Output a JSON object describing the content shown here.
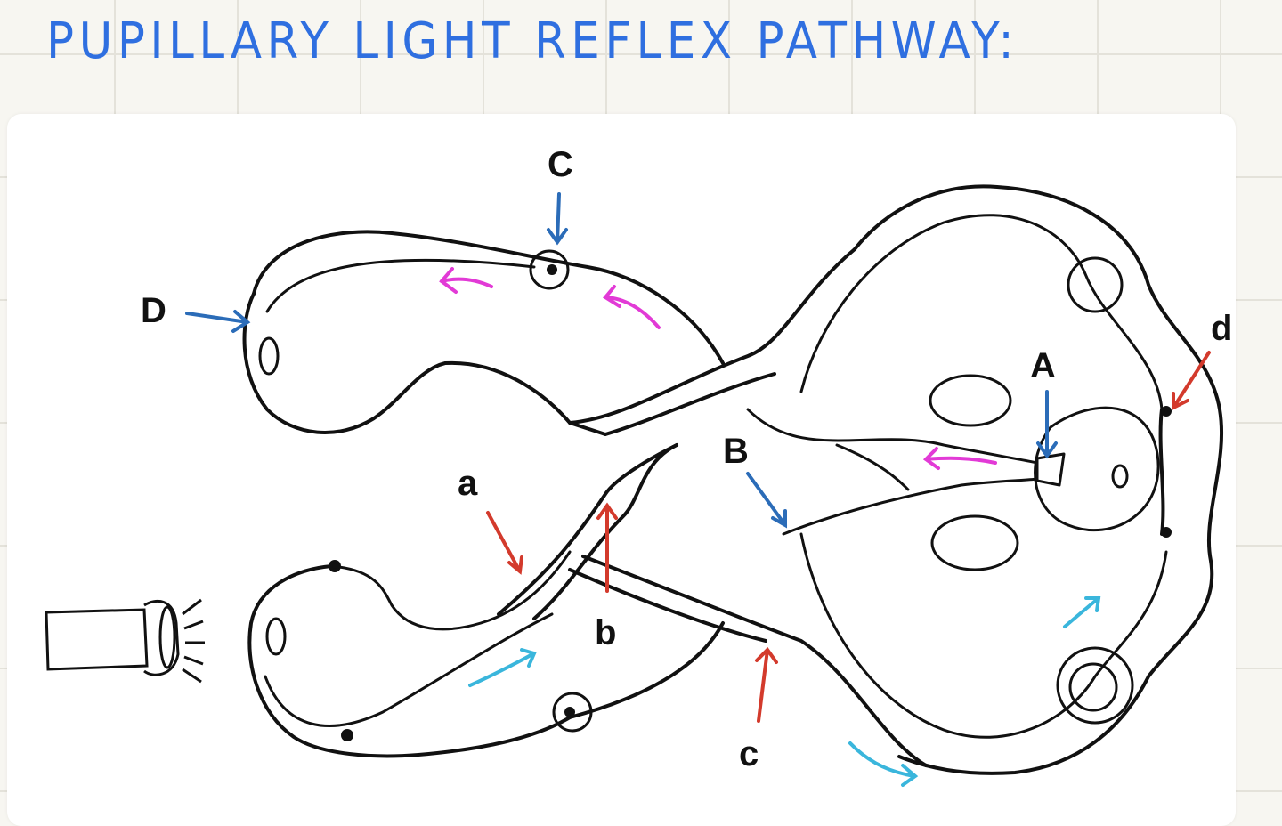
{
  "title": "PUPILLARY LIGHT REFLEX PATHWAY:",
  "colors": {
    "title": "#2f6fe0",
    "line": "#111111",
    "blue_arrow": "#2b6cb8",
    "red_arrow": "#d33a2c",
    "magenta_arrow": "#e23ad6",
    "cyan_arrow": "#3ab6dc"
  },
  "labels": {
    "A": "A",
    "B": "B",
    "C": "C",
    "D": "D",
    "a": "a",
    "b": "b",
    "c": "c",
    "d": "d"
  },
  "icons": [
    "flashlight-icon"
  ]
}
